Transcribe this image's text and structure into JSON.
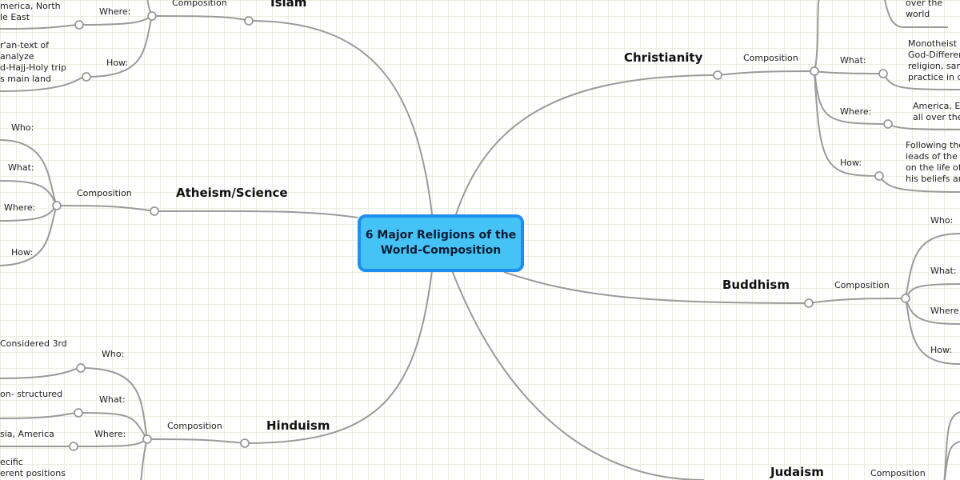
{
  "center": {
    "line1": "6 Major Religions of the",
    "line2": "World-Composition"
  },
  "composition": "Composition",
  "islam": {
    "title": "Islam",
    "where": "Where:",
    "how": "How:",
    "where_text": [
      "merica, North",
      "le East"
    ],
    "how_text": [
      "r'an-text of",
      "analyze",
      "d-Hajj-Holy trip",
      "s main land"
    ]
  },
  "christianity": {
    "title": "Christianity",
    "what": "What:",
    "where": "Where:",
    "how": "How:",
    "top_text": [
      "over the",
      "world"
    ],
    "what_text": [
      "Monotheist B",
      "God-Differen",
      "religion, same",
      "practice in di"
    ],
    "where_text": [
      "America, Eu",
      "all over the w"
    ],
    "how_text": [
      "Following the",
      "ieads of the B",
      "on the life of J",
      "his beliefs and"
    ]
  },
  "atheism": {
    "title": "Atheism/Science",
    "who": "Who:",
    "what": "What:",
    "where": "Where:",
    "how": "How:"
  },
  "buddhism": {
    "title": "Buddhism",
    "who": "Who:",
    "what": "What:",
    "where": "Where:",
    "how": "How:"
  },
  "hinduism": {
    "title": "Hinduism",
    "who": "Who:",
    "what": "What:",
    "where": "Where:",
    "who_text": "Considered 3rd",
    "what_text": "on- structured",
    "where_text": "sia, America",
    "how_text": [
      "ecific",
      "erent positions"
    ]
  },
  "judaism": {
    "title": "Judaism"
  },
  "colors": {
    "center_fill": "#45c3f7",
    "center_border": "#1e8ff0",
    "line": "#9a9a9a"
  }
}
